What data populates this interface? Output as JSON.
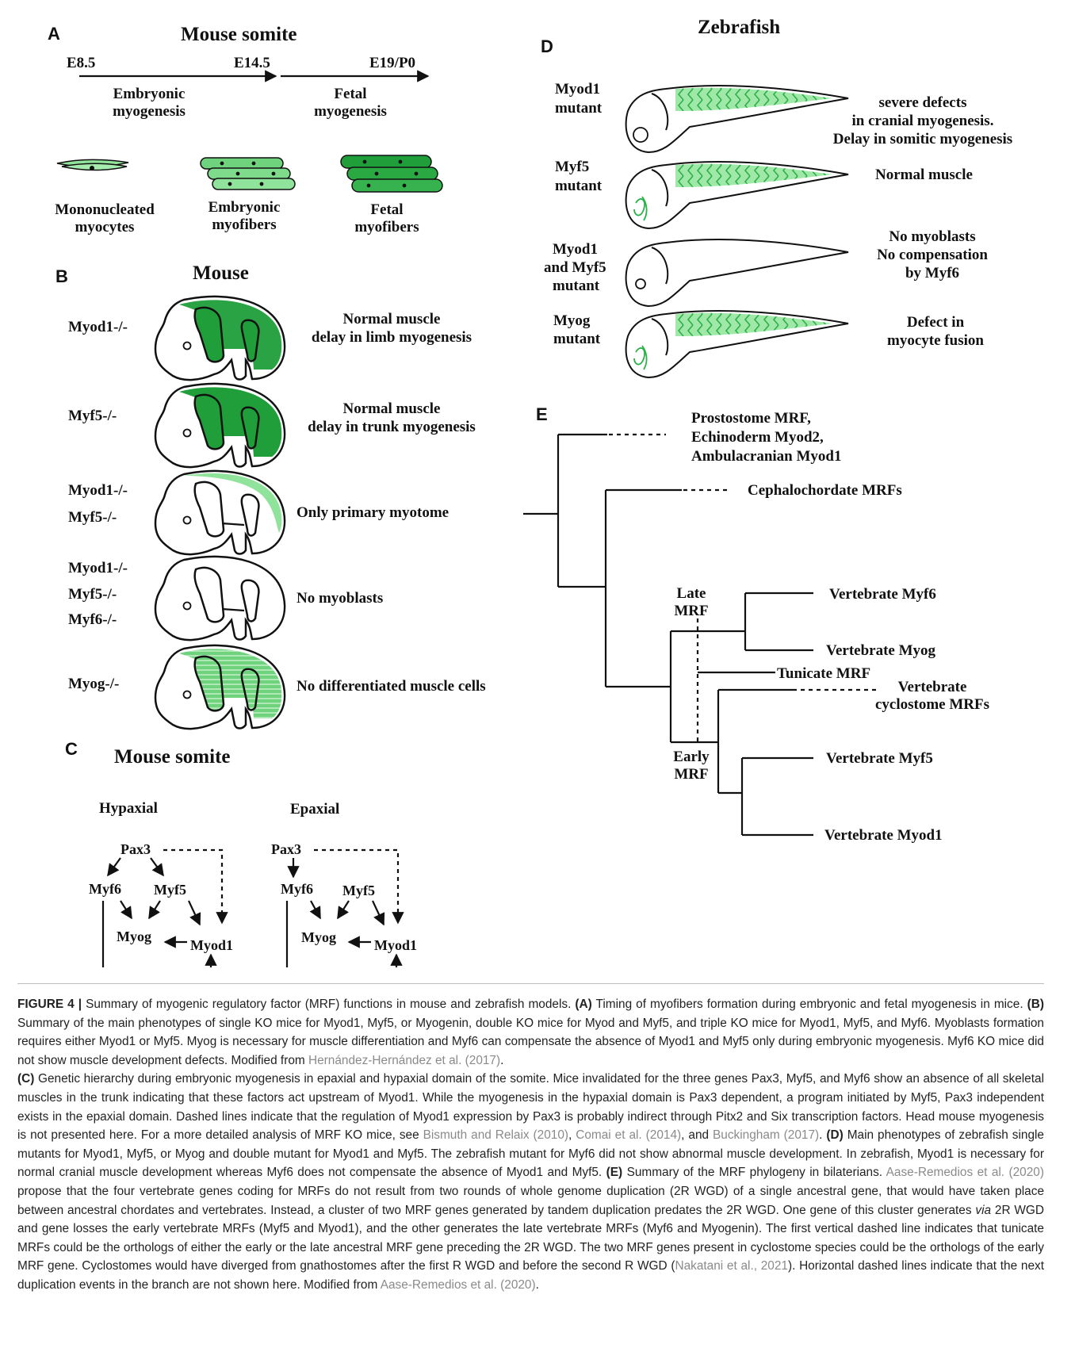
{
  "panelA": {
    "letter": "A",
    "title": "Mouse somite",
    "timepoints": [
      "E8.5",
      "E14.5",
      "E19/P0"
    ],
    "phases": [
      {
        "line1": "Embryonic",
        "line2": "myogenesis"
      },
      {
        "line1": "Fetal",
        "line2": "myogenesis"
      }
    ],
    "cells": [
      {
        "line1": "Mononucleated",
        "line2": "myocytes"
      },
      {
        "line1": "Embryonic",
        "line2": "myofibers"
      },
      {
        "line1": "Fetal",
        "line2": "myofibers"
      }
    ]
  },
  "panelB": {
    "letter": "B",
    "title": "Mouse",
    "rows": [
      {
        "genotype": [
          "Myod1-/-"
        ],
        "phenotype": [
          "Normal muscle",
          "delay in limb myogenesis"
        ]
      },
      {
        "genotype": [
          "Myf5-/-"
        ],
        "phenotype": [
          "Normal muscle",
          "delay in trunk myogenesis"
        ]
      },
      {
        "genotype": [
          "Myod1-/-",
          "Myf5-/-"
        ],
        "phenotype": [
          "Only primary myotome"
        ]
      },
      {
        "genotype": [
          "Myod1-/-",
          "Myf5-/-",
          "Myf6-/-"
        ],
        "phenotype": [
          "No myoblasts"
        ]
      },
      {
        "genotype": [
          "Myog-/-"
        ],
        "phenotype": [
          "No differentiated muscle cells"
        ]
      }
    ]
  },
  "panelC": {
    "letter": "C",
    "title": "Mouse somite",
    "hypaxial": {
      "label": "Hypaxial",
      "pax3": "Pax3",
      "myf6": "Myf6",
      "myf5": "Myf5",
      "myog": "Myog",
      "myod1": "Myod1"
    },
    "epaxial": {
      "label": "Epaxial",
      "pax3": "Pax3",
      "myf6": "Myf6",
      "myf5": "Myf5",
      "myog": "Myog",
      "myod1": "Myod1"
    }
  },
  "panelD": {
    "letter": "D",
    "title": "Zebrafish",
    "rows": [
      {
        "genotype": [
          "Myod1",
          "mutant"
        ],
        "phenotype": [
          "severe defects",
          "in cranial myogenesis.",
          "Delay in somitic myogenesis"
        ]
      },
      {
        "genotype": [
          "Myf5",
          "mutant"
        ],
        "phenotype": [
          "Normal muscle"
        ]
      },
      {
        "genotype": [
          "Myod1",
          "and Myf5",
          "mutant"
        ],
        "phenotype": [
          "No myoblasts",
          "No compensation",
          "by Myf6"
        ]
      },
      {
        "genotype": [
          "Myog",
          "mutant"
        ],
        "phenotype": [
          "Defect in",
          "myocyte fusion"
        ]
      }
    ]
  },
  "panelE": {
    "letter": "E",
    "prostostome": [
      "Prostostome MRF,",
      "Echinoderm Myod2,",
      "Ambulacranian Myod1"
    ],
    "cephalochordate": "Cephalochordate MRFs",
    "late_mrf": [
      "Late",
      "MRF"
    ],
    "early_mrf": [
      "Early",
      "MRF"
    ],
    "vert_myf6": "Vertebrate Myf6",
    "vert_myog": "Vertebrate Myog",
    "tunicate": "Tunicate MRF",
    "cyclostome": [
      "Vertebrate",
      "cyclostome MRFs"
    ],
    "vert_myf5": "Vertebrate Myf5",
    "vert_myod1": "Vertebrate Myod1"
  },
  "caption": {
    "p1": {
      "label": "FIGURE 4 |",
      "t1": " Summary of myogenic regulatory factor (MRF) functions in mouse and zebrafish models. ",
      "a": "(A)",
      "t2": " Timing of myofibers formation during embryonic and fetal myogenesis in mice. ",
      "b": "(B)",
      "t3": " Summary of the main phenotypes of single KO mice for Myod1, Myf5, or Myogenin, double KO mice for Myod and Myf5, and triple KO mice for Myod1, Myf5, and Myf6. Myoblasts formation requires either Myod1 or Myf5. Myog is necessary for muscle differentiation and Myf6 can compensate the absence of Myod1 and Myf5 only during embryonic myogenesis. Myf6 KO mice did not show muscle development defects. Modified from ",
      "ref1": "Hernández-Hernández et al. (2017)",
      "t4": "."
    },
    "p2": {
      "c": "(C)",
      "t1": " Genetic hierarchy during embryonic myogenesis in epaxial and hypaxial domain of the somite. Mice invalidated for the three genes Pax3, Myf5, and Myf6 show an absence of all skeletal muscles in the trunk indicating that these factors act upstream of Myod1. While the myogenesis in the hypaxial domain is Pax3 dependent, a program initiated by Myf5, Pax3 independent exists in the epaxial domain. Dashed lines indicate that the regulation of Myod1 expression by Pax3 is probably indirect through Pitx2 and Six transcription factors. Head mouse myogenesis is not presented here. For a more detailed analysis of MRF KO mice, see ",
      "ref1": "Bismuth and Relaix (2010)",
      "t2": ", ",
      "ref2": "Comai et al. (2014)",
      "t3": ", and ",
      "ref3": "Buckingham (2017)",
      "t4": ". ",
      "d": "(D)",
      "t5": " Main phenotypes of zebrafish single mutants for Myod1, Myf5, or Myog and double mutant for Myod1 and Myf5. The zebrafish mutant for Myf6 did not show abnormal muscle development. In zebrafish, Myod1 is necessary for normal cranial muscle development whereas Myf6 does not compensate the absence of Myod1 and Myf5. ",
      "e": "(E)",
      "t6": " Summary of the MRF phylogeny in bilaterians. ",
      "ref4": "Aase-Remedios et al. (2020)",
      "t7": " propose that the four vertebrate genes coding for MRFs do not result from two rounds of whole genome duplication (2R WGD) of a single ancestral gene, that would have taken place between ancestral chordates and vertebrates. Instead, a cluster of two MRF genes generated by tandem duplication predates the 2R WGD. One gene of this cluster generates ",
      "via": "via",
      "t8": " 2R WGD and gene losses the early vertebrate MRFs (Myf5 and Myod1), and the other generates the late vertebrate MRFs (Myf6 and Myogenin). The first vertical dashed line indicates that tunicate MRFs could be the orthologs of either the early or the late ancestral MRF gene preceding the 2R WGD. The two MRF genes present in cyclostome species could be the orthologs of the early MRF gene. Cyclostomes would have diverged from gnathostomes after the first R WGD and before the second R WGD (",
      "ref5": "Nakatani et al., 2021",
      "t9": "). Horizontal dashed lines indicate that the next duplication events in the branch are not shown here. Modified from ",
      "ref6": "Aase-Remedios et al. (2020)",
      "t10": "."
    }
  },
  "colors": {
    "muscle_dark": "#1f9e3a",
    "muscle_mid": "#3fbf55",
    "muscle_light": "#8fe39a",
    "reference_gray": "#8a8a8a"
  }
}
